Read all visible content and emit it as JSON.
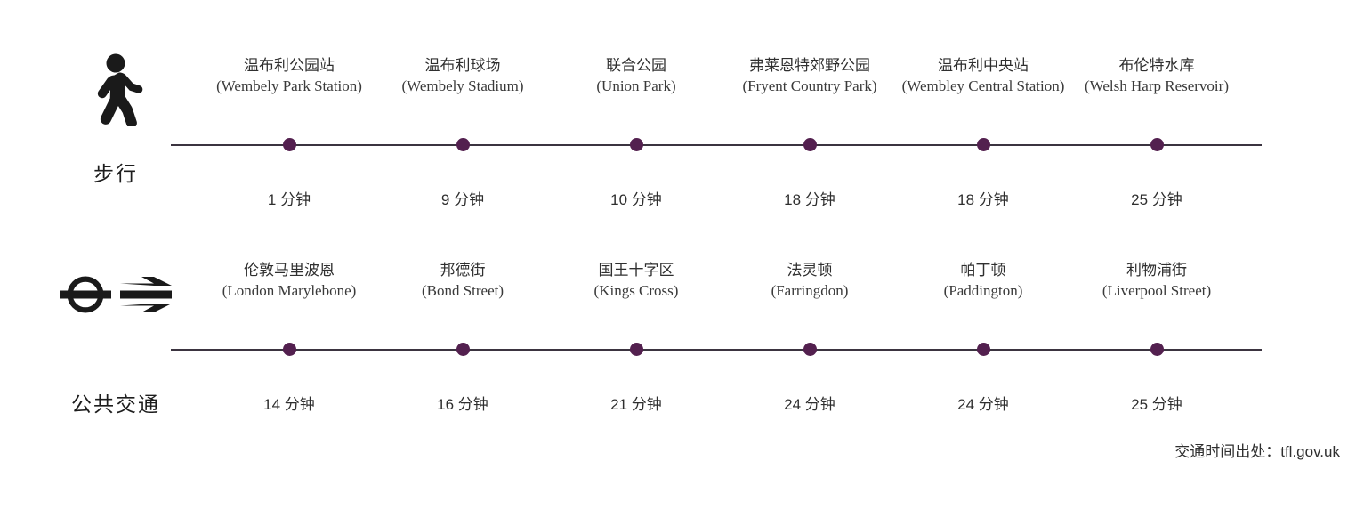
{
  "chart_data": {
    "type": "table",
    "title": "",
    "xlabel": "",
    "ylabel": "",
    "accent_color": "#53204f",
    "line_color": "#3b3440",
    "series": [
      {
        "name": "步行",
        "categories": [
          "温布利公园站 (Wembely Park Station)",
          "温布利球场 (Wembely Stadium)",
          "联合公园 (Union Park)",
          "弗莱恩特郊野公园 (Fryent Country Park)",
          "温布利中央站 (Wembley Central Station)",
          "布伦特水库 (Welsh Harp Reservoir)"
        ],
        "values": [
          1,
          9,
          10,
          18,
          18,
          25
        ],
        "unit": "分钟"
      },
      {
        "name": "公共交通",
        "categories": [
          "伦敦马里波恩 (London Marylebone)",
          "邦德街 (Bond Street)",
          "国王十字区 (Kings Cross)",
          "法灵顿 (Farringdon)",
          "帕丁顿 (Paddington)",
          "利物浦街 (Liverpool Street)"
        ],
        "values": [
          14,
          16,
          21,
          24,
          24,
          25
        ],
        "unit": "分钟"
      }
    ]
  },
  "rows": [
    {
      "mode_label": "步行",
      "icons": [
        "pedestrian-icon"
      ],
      "stations": [
        {
          "cn": "温布利公园站",
          "en": "(Wembely Park Station)",
          "time": "1 分钟"
        },
        {
          "cn": "温布利球场",
          "en": "(Wembely Stadium)",
          "time": "9 分钟"
        },
        {
          "cn": "联合公园",
          "en": "(Union Park)",
          "time": "10 分钟"
        },
        {
          "cn": "弗莱恩特郊野公园",
          "en": "(Fryent Country Park)",
          "time": "18 分钟"
        },
        {
          "cn": "温布利中央站",
          "en": "(Wembley Central Station)",
          "time": "18 分钟"
        },
        {
          "cn": "布伦特水库",
          "en": "(Welsh Harp Reservoir)",
          "time": "25 分钟"
        }
      ]
    },
    {
      "mode_label": "公共交通",
      "icons": [
        "underground-roundel-icon",
        "national-rail-icon"
      ],
      "stations": [
        {
          "cn": "伦敦马里波恩",
          "en": "(London Marylebone)",
          "time": "14 分钟"
        },
        {
          "cn": "邦德街",
          "en": "(Bond Street)",
          "time": "16 分钟"
        },
        {
          "cn": "国王十字区",
          "en": "(Kings Cross)",
          "time": "21 分钟"
        },
        {
          "cn": "法灵顿",
          "en": "(Farringdon)",
          "time": "24 分钟"
        },
        {
          "cn": "帕丁顿",
          "en": "(Paddington)",
          "time": "24 分钟"
        },
        {
          "cn": "利物浦街",
          "en": "(Liverpool Street)",
          "time": "25 分钟"
        }
      ]
    }
  ],
  "footnote": "交通时间出处：tfl.gov.uk"
}
